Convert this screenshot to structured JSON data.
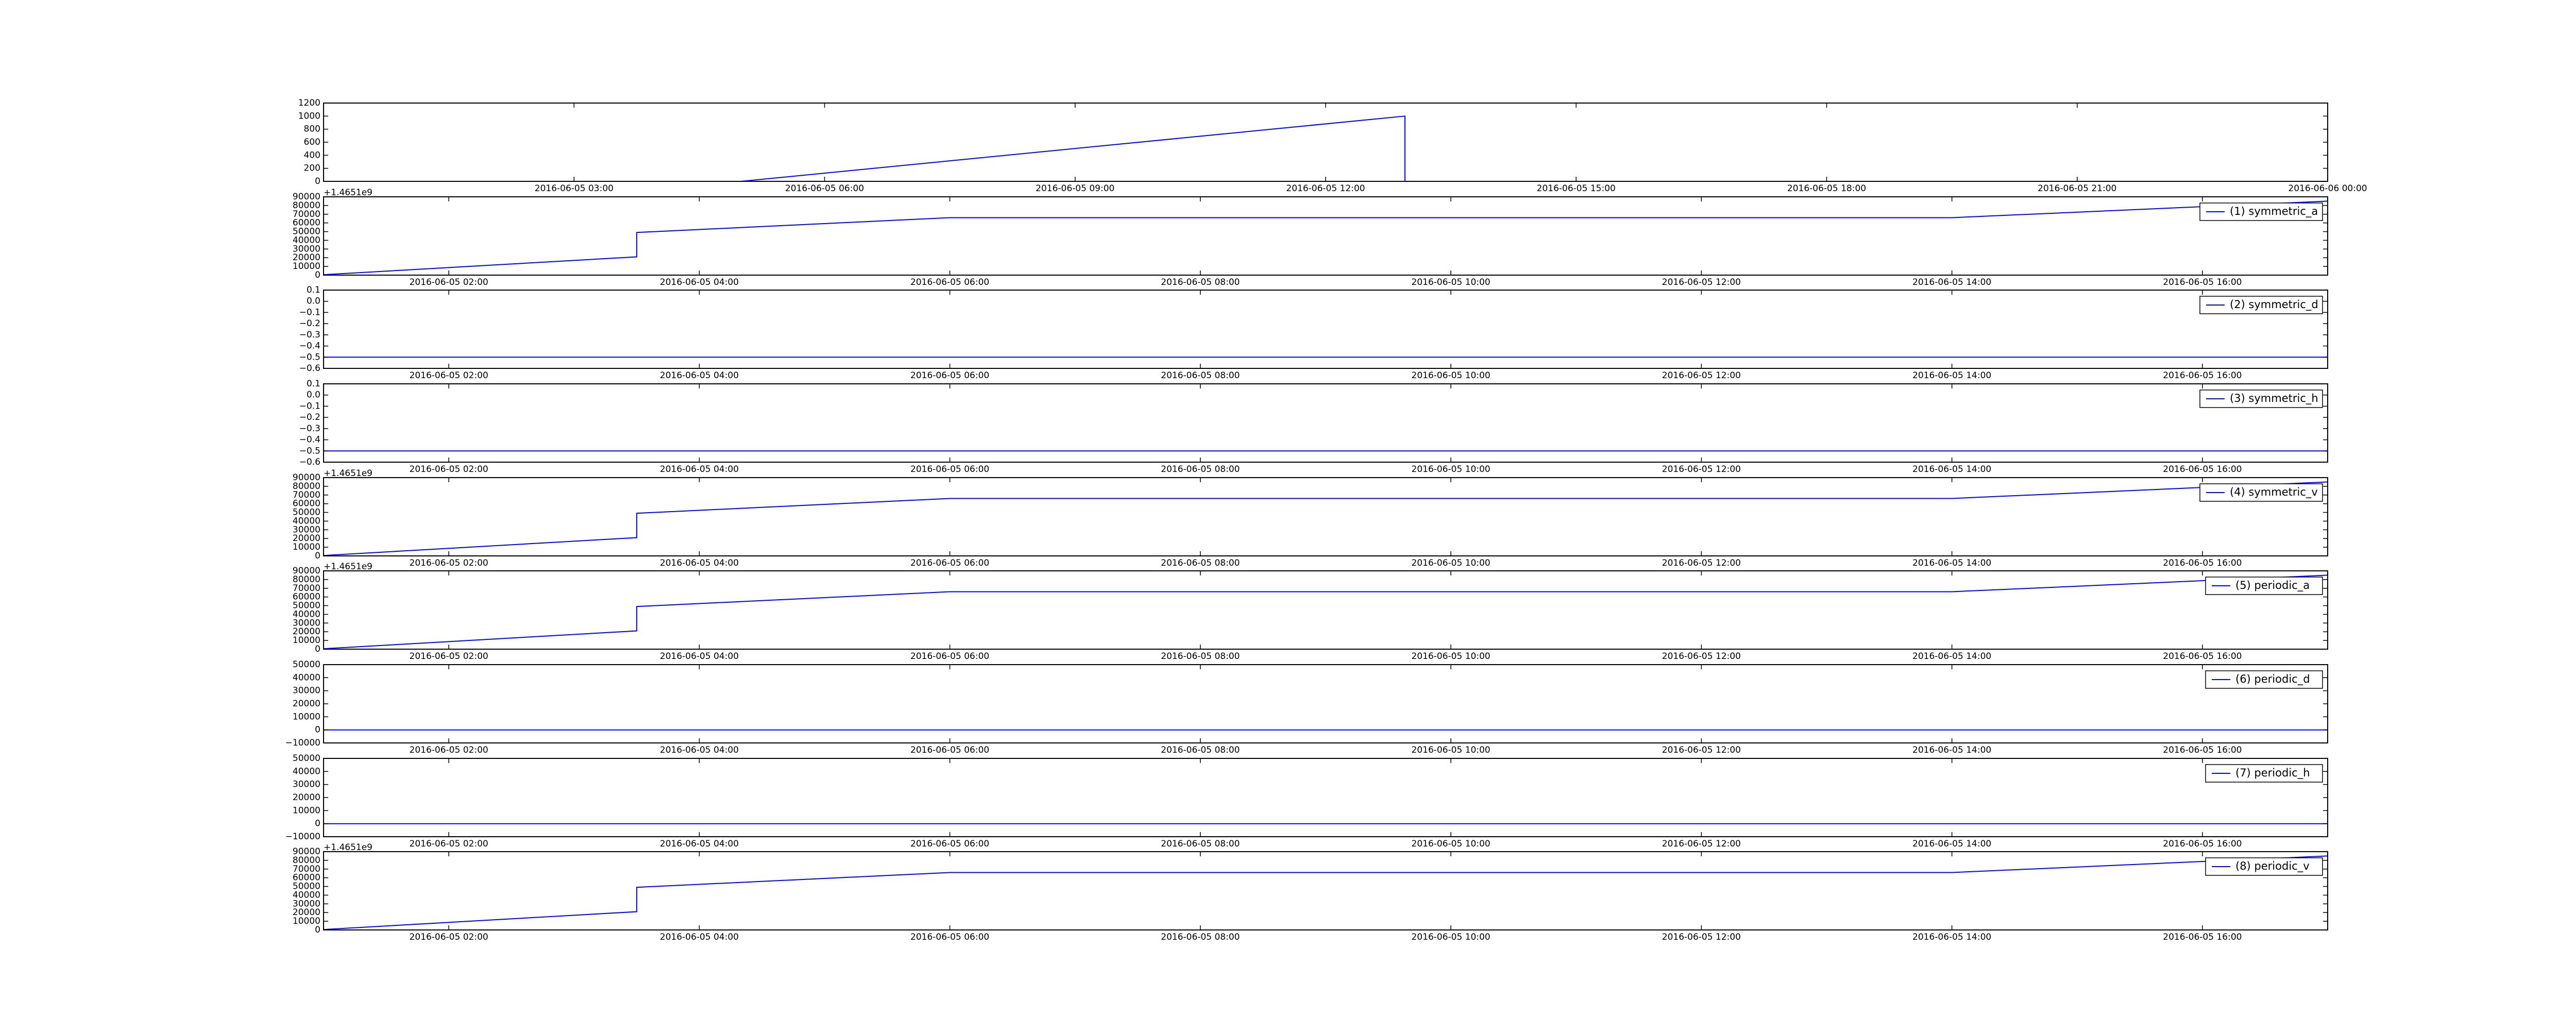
{
  "figure": {
    "line_color": "#0000ff",
    "axes_color": "#000000",
    "background": "#ffffff"
  },
  "chart_data": [
    {
      "type": "line",
      "legend": "",
      "y_offset": "",
      "yticks": [
        0,
        200,
        400,
        600,
        800,
        1000,
        1200
      ],
      "ylim": [
        0,
        1200
      ],
      "xlim": [
        0,
        24
      ],
      "xticks": [
        {
          "x": 3,
          "label": "2016-06-05 03:00"
        },
        {
          "x": 6,
          "label": "2016-06-05 06:00"
        },
        {
          "x": 9,
          "label": "2016-06-05 09:00"
        },
        {
          "x": 12,
          "label": "2016-06-05 12:00"
        },
        {
          "x": 15,
          "label": "2016-06-05 15:00"
        },
        {
          "x": 18,
          "label": "2016-06-05 18:00"
        },
        {
          "x": 21,
          "label": "2016-06-05 21:00"
        },
        {
          "x": 24,
          "label": "2016-06-06 00:00"
        }
      ],
      "series": [
        {
          "x": [
            0,
            5,
            12.95,
            12.95,
            24
          ],
          "y": [
            0,
            0,
            1000,
            0,
            0
          ]
        }
      ]
    },
    {
      "type": "line",
      "legend": "(1) symmetric_a",
      "y_offset": "+1.4651e9",
      "yticks": [
        0,
        10000,
        20000,
        30000,
        40000,
        50000,
        60000,
        70000,
        80000,
        90000
      ],
      "ylim": [
        0,
        90000
      ],
      "xlim": [
        1,
        17
      ],
      "xticks": [
        {
          "x": 2,
          "label": "2016-06-05 02:00"
        },
        {
          "x": 4,
          "label": "2016-06-05 04:00"
        },
        {
          "x": 6,
          "label": "2016-06-05 06:00"
        },
        {
          "x": 8,
          "label": "2016-06-05 08:00"
        },
        {
          "x": 10,
          "label": "2016-06-05 10:00"
        },
        {
          "x": 12,
          "label": "2016-06-05 12:00"
        },
        {
          "x": 14,
          "label": "2016-06-05 14:00"
        },
        {
          "x": 16,
          "label": "2016-06-05 16:00"
        }
      ],
      "series": [
        {
          "x": [
            1,
            3.5,
            3.5,
            6,
            14,
            17
          ],
          "y": [
            500,
            21000,
            49000,
            66000,
            66000,
            85000
          ]
        }
      ]
    },
    {
      "type": "line",
      "legend": "(2) symmetric_d",
      "y_offset": "",
      "yticks": [
        -0.6,
        -0.5,
        -0.4,
        -0.3,
        -0.2,
        -0.1,
        0.0,
        0.1
      ],
      "ytick_labels": [
        "−0.6",
        "−0.5",
        "−0.4",
        "−0.3",
        "−0.2",
        "−0.1",
        "0.0",
        "0.1"
      ],
      "ylim": [
        -0.6,
        0.1
      ],
      "xlim": [
        1,
        17
      ],
      "xticks": [
        {
          "x": 2,
          "label": "2016-06-05 02:00"
        },
        {
          "x": 4,
          "label": "2016-06-05 04:00"
        },
        {
          "x": 6,
          "label": "2016-06-05 06:00"
        },
        {
          "x": 8,
          "label": "2016-06-05 08:00"
        },
        {
          "x": 10,
          "label": "2016-06-05 10:00"
        },
        {
          "x": 12,
          "label": "2016-06-05 12:00"
        },
        {
          "x": 14,
          "label": "2016-06-05 14:00"
        },
        {
          "x": 16,
          "label": "2016-06-05 16:00"
        }
      ],
      "series": [
        {
          "x": [
            1,
            17
          ],
          "y": [
            -0.5,
            -0.5
          ]
        }
      ]
    },
    {
      "type": "line",
      "legend": "(3) symmetric_h",
      "y_offset": "",
      "yticks": [
        -0.6,
        -0.5,
        -0.4,
        -0.3,
        -0.2,
        -0.1,
        0.0,
        0.1
      ],
      "ytick_labels": [
        "−0.6",
        "−0.5",
        "−0.4",
        "−0.3",
        "−0.2",
        "−0.1",
        "0.0",
        "0.1"
      ],
      "ylim": [
        -0.6,
        0.1
      ],
      "xlim": [
        1,
        17
      ],
      "xticks": [
        {
          "x": 2,
          "label": "2016-06-05 02:00"
        },
        {
          "x": 4,
          "label": "2016-06-05 04:00"
        },
        {
          "x": 6,
          "label": "2016-06-05 06:00"
        },
        {
          "x": 8,
          "label": "2016-06-05 08:00"
        },
        {
          "x": 10,
          "label": "2016-06-05 10:00"
        },
        {
          "x": 12,
          "label": "2016-06-05 12:00"
        },
        {
          "x": 14,
          "label": "2016-06-05 14:00"
        },
        {
          "x": 16,
          "label": "2016-06-05 16:00"
        }
      ],
      "series": [
        {
          "x": [
            1,
            17
          ],
          "y": [
            -0.5,
            -0.5
          ]
        }
      ]
    },
    {
      "type": "line",
      "legend": "(4) symmetric_v",
      "y_offset": "+1.4651e9",
      "yticks": [
        0,
        10000,
        20000,
        30000,
        40000,
        50000,
        60000,
        70000,
        80000,
        90000
      ],
      "ylim": [
        0,
        90000
      ],
      "xlim": [
        1,
        17
      ],
      "xticks": [
        {
          "x": 2,
          "label": "2016-06-05 02:00"
        },
        {
          "x": 4,
          "label": "2016-06-05 04:00"
        },
        {
          "x": 6,
          "label": "2016-06-05 06:00"
        },
        {
          "x": 8,
          "label": "2016-06-05 08:00"
        },
        {
          "x": 10,
          "label": "2016-06-05 10:00"
        },
        {
          "x": 12,
          "label": "2016-06-05 12:00"
        },
        {
          "x": 14,
          "label": "2016-06-05 14:00"
        },
        {
          "x": 16,
          "label": "2016-06-05 16:00"
        }
      ],
      "series": [
        {
          "x": [
            1,
            3.5,
            3.5,
            6,
            14,
            17
          ],
          "y": [
            500,
            21000,
            49000,
            66000,
            66000,
            85000
          ]
        }
      ]
    },
    {
      "type": "line",
      "legend": "(5) periodic_a",
      "y_offset": "+1.4651e9",
      "yticks": [
        0,
        10000,
        20000,
        30000,
        40000,
        50000,
        60000,
        70000,
        80000,
        90000
      ],
      "ylim": [
        0,
        90000
      ],
      "xlim": [
        1,
        17
      ],
      "xticks": [
        {
          "x": 2,
          "label": "2016-06-05 02:00"
        },
        {
          "x": 4,
          "label": "2016-06-05 04:00"
        },
        {
          "x": 6,
          "label": "2016-06-05 06:00"
        },
        {
          "x": 8,
          "label": "2016-06-05 08:00"
        },
        {
          "x": 10,
          "label": "2016-06-05 10:00"
        },
        {
          "x": 12,
          "label": "2016-06-05 12:00"
        },
        {
          "x": 14,
          "label": "2016-06-05 14:00"
        },
        {
          "x": 16,
          "label": "2016-06-05 16:00"
        }
      ],
      "series": [
        {
          "x": [
            1,
            3.5,
            3.5,
            6,
            14,
            17
          ],
          "y": [
            500,
            21000,
            49000,
            66000,
            66000,
            85000
          ]
        }
      ]
    },
    {
      "type": "line",
      "legend": "(6) periodic_d",
      "y_offset": "",
      "yticks": [
        -10000,
        0,
        10000,
        20000,
        30000,
        40000,
        50000
      ],
      "ytick_labels": [
        "−10000",
        "0",
        "10000",
        "20000",
        "30000",
        "40000",
        "50000"
      ],
      "ylim": [
        -10000,
        50000
      ],
      "xlim": [
        1,
        17
      ],
      "xticks": [
        {
          "x": 2,
          "label": "2016-06-05 02:00"
        },
        {
          "x": 4,
          "label": "2016-06-05 04:00"
        },
        {
          "x": 6,
          "label": "2016-06-05 06:00"
        },
        {
          "x": 8,
          "label": "2016-06-05 08:00"
        },
        {
          "x": 10,
          "label": "2016-06-05 10:00"
        },
        {
          "x": 12,
          "label": "2016-06-05 12:00"
        },
        {
          "x": 14,
          "label": "2016-06-05 14:00"
        },
        {
          "x": 16,
          "label": "2016-06-05 16:00"
        }
      ],
      "series": [
        {
          "x": [
            1,
            17
          ],
          "y": [
            0,
            0
          ]
        }
      ]
    },
    {
      "type": "line",
      "legend": "(7) periodic_h",
      "y_offset": "",
      "yticks": [
        -10000,
        0,
        10000,
        20000,
        30000,
        40000,
        50000
      ],
      "ytick_labels": [
        "−10000",
        "0",
        "10000",
        "20000",
        "30000",
        "40000",
        "50000"
      ],
      "ylim": [
        -10000,
        50000
      ],
      "xlim": [
        1,
        17
      ],
      "xticks": [
        {
          "x": 2,
          "label": "2016-06-05 02:00"
        },
        {
          "x": 4,
          "label": "2016-06-05 04:00"
        },
        {
          "x": 6,
          "label": "2016-06-05 06:00"
        },
        {
          "x": 8,
          "label": "2016-06-05 08:00"
        },
        {
          "x": 10,
          "label": "2016-06-05 10:00"
        },
        {
          "x": 12,
          "label": "2016-06-05 12:00"
        },
        {
          "x": 14,
          "label": "2016-06-05 14:00"
        },
        {
          "x": 16,
          "label": "2016-06-05 16:00"
        }
      ],
      "series": [
        {
          "x": [
            1,
            17
          ],
          "y": [
            0,
            0
          ]
        }
      ]
    },
    {
      "type": "line",
      "legend": "(8) periodic_v",
      "y_offset": "+1.4651e9",
      "yticks": [
        0,
        10000,
        20000,
        30000,
        40000,
        50000,
        60000,
        70000,
        80000,
        90000
      ],
      "ylim": [
        0,
        90000
      ],
      "xlim": [
        1,
        17
      ],
      "xticks": [
        {
          "x": 2,
          "label": "2016-06-05 02:00"
        },
        {
          "x": 4,
          "label": "2016-06-05 04:00"
        },
        {
          "x": 6,
          "label": "2016-06-05 06:00"
        },
        {
          "x": 8,
          "label": "2016-06-05 08:00"
        },
        {
          "x": 10,
          "label": "2016-06-05 10:00"
        },
        {
          "x": 12,
          "label": "2016-06-05 12:00"
        },
        {
          "x": 14,
          "label": "2016-06-05 14:00"
        },
        {
          "x": 16,
          "label": "2016-06-05 16:00"
        }
      ],
      "series": [
        {
          "x": [
            1,
            3.5,
            3.5,
            6,
            14,
            17
          ],
          "y": [
            500,
            21000,
            49000,
            66000,
            66000,
            85000
          ]
        }
      ]
    }
  ]
}
